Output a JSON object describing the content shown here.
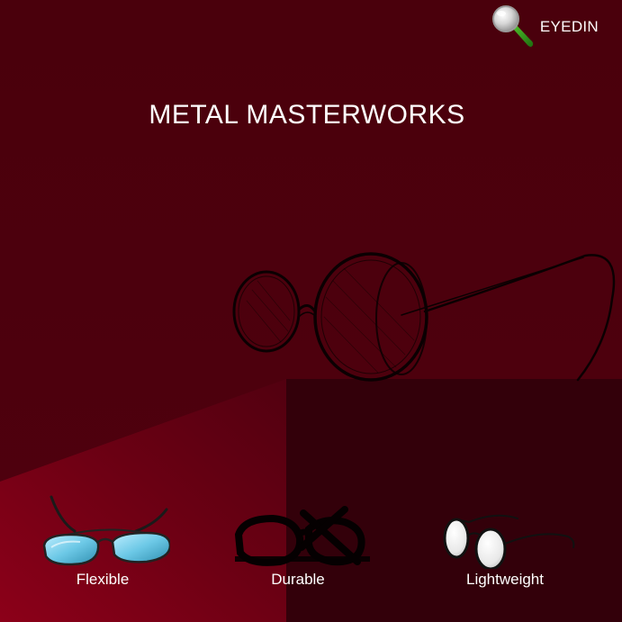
{
  "brand": {
    "name": "EYEDIN",
    "icon": "magnifier-icon"
  },
  "hero": {
    "title": "METAL MASTERWORKS",
    "image": "round-wire-glasses"
  },
  "features": [
    {
      "label": "Flexible",
      "icon": "aviator-glasses-icon"
    },
    {
      "label": "Durable",
      "icon": "black-frame-glasses-icon"
    },
    {
      "label": "Lightweight",
      "icon": "round-glasses-icon"
    }
  ],
  "colors": {
    "background": "#4a000c",
    "floor": "#32000a",
    "accent_red": "#8a0018",
    "text": "#ffffff"
  }
}
